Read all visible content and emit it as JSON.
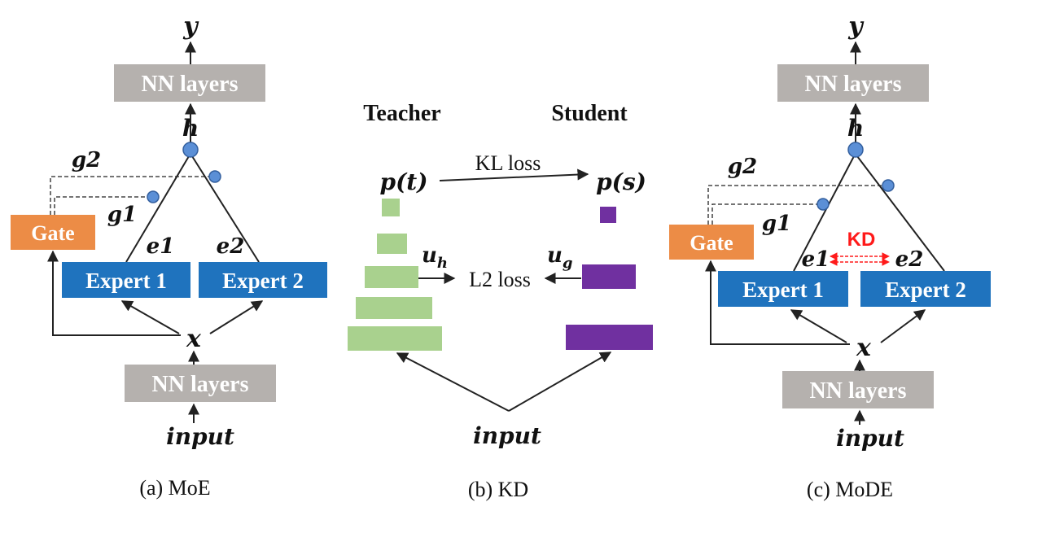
{
  "colors": {
    "nn_gray": "#b5b1ae",
    "gate_orange": "#ec8c46",
    "expert_blue": "#1f73be",
    "teacher_green": "#a9d18e",
    "student_purple": "#7030a0",
    "kd_red": "#ff1a1a",
    "adder_fill": "#5b8fd6"
  },
  "panel_a": {
    "y": "y",
    "nn_top": "NN layers",
    "h": "h",
    "g2": "g2",
    "g1": "g1",
    "gate": "Gate",
    "e1": "e1",
    "e2": "e2",
    "expert1": "Expert 1",
    "expert2": "Expert 2",
    "x": "x",
    "nn_bottom": "NN layers",
    "input": "input",
    "caption": "(a) MoE"
  },
  "panel_b": {
    "teacher": "Teacher",
    "student": "Student",
    "pt": "p(t)",
    "ps": "p(s)",
    "kl": "KL loss",
    "uh": "u",
    "uh_sub": "h",
    "ug": "u",
    "ug_sub": "g",
    "l2": "L2 loss",
    "input": "input",
    "caption": "(b) KD"
  },
  "panel_c": {
    "y": "y",
    "nn_top": "NN layers",
    "h": "h",
    "g2": "g2",
    "g1": "g1",
    "gate": "Gate",
    "kd": "KD",
    "e1": "e1",
    "e2": "e2",
    "expert1": "Expert 1",
    "expert2": "Expert 2",
    "x": "x",
    "nn_bottom": "NN layers",
    "input": "input",
    "caption": "(c) MoDE"
  }
}
